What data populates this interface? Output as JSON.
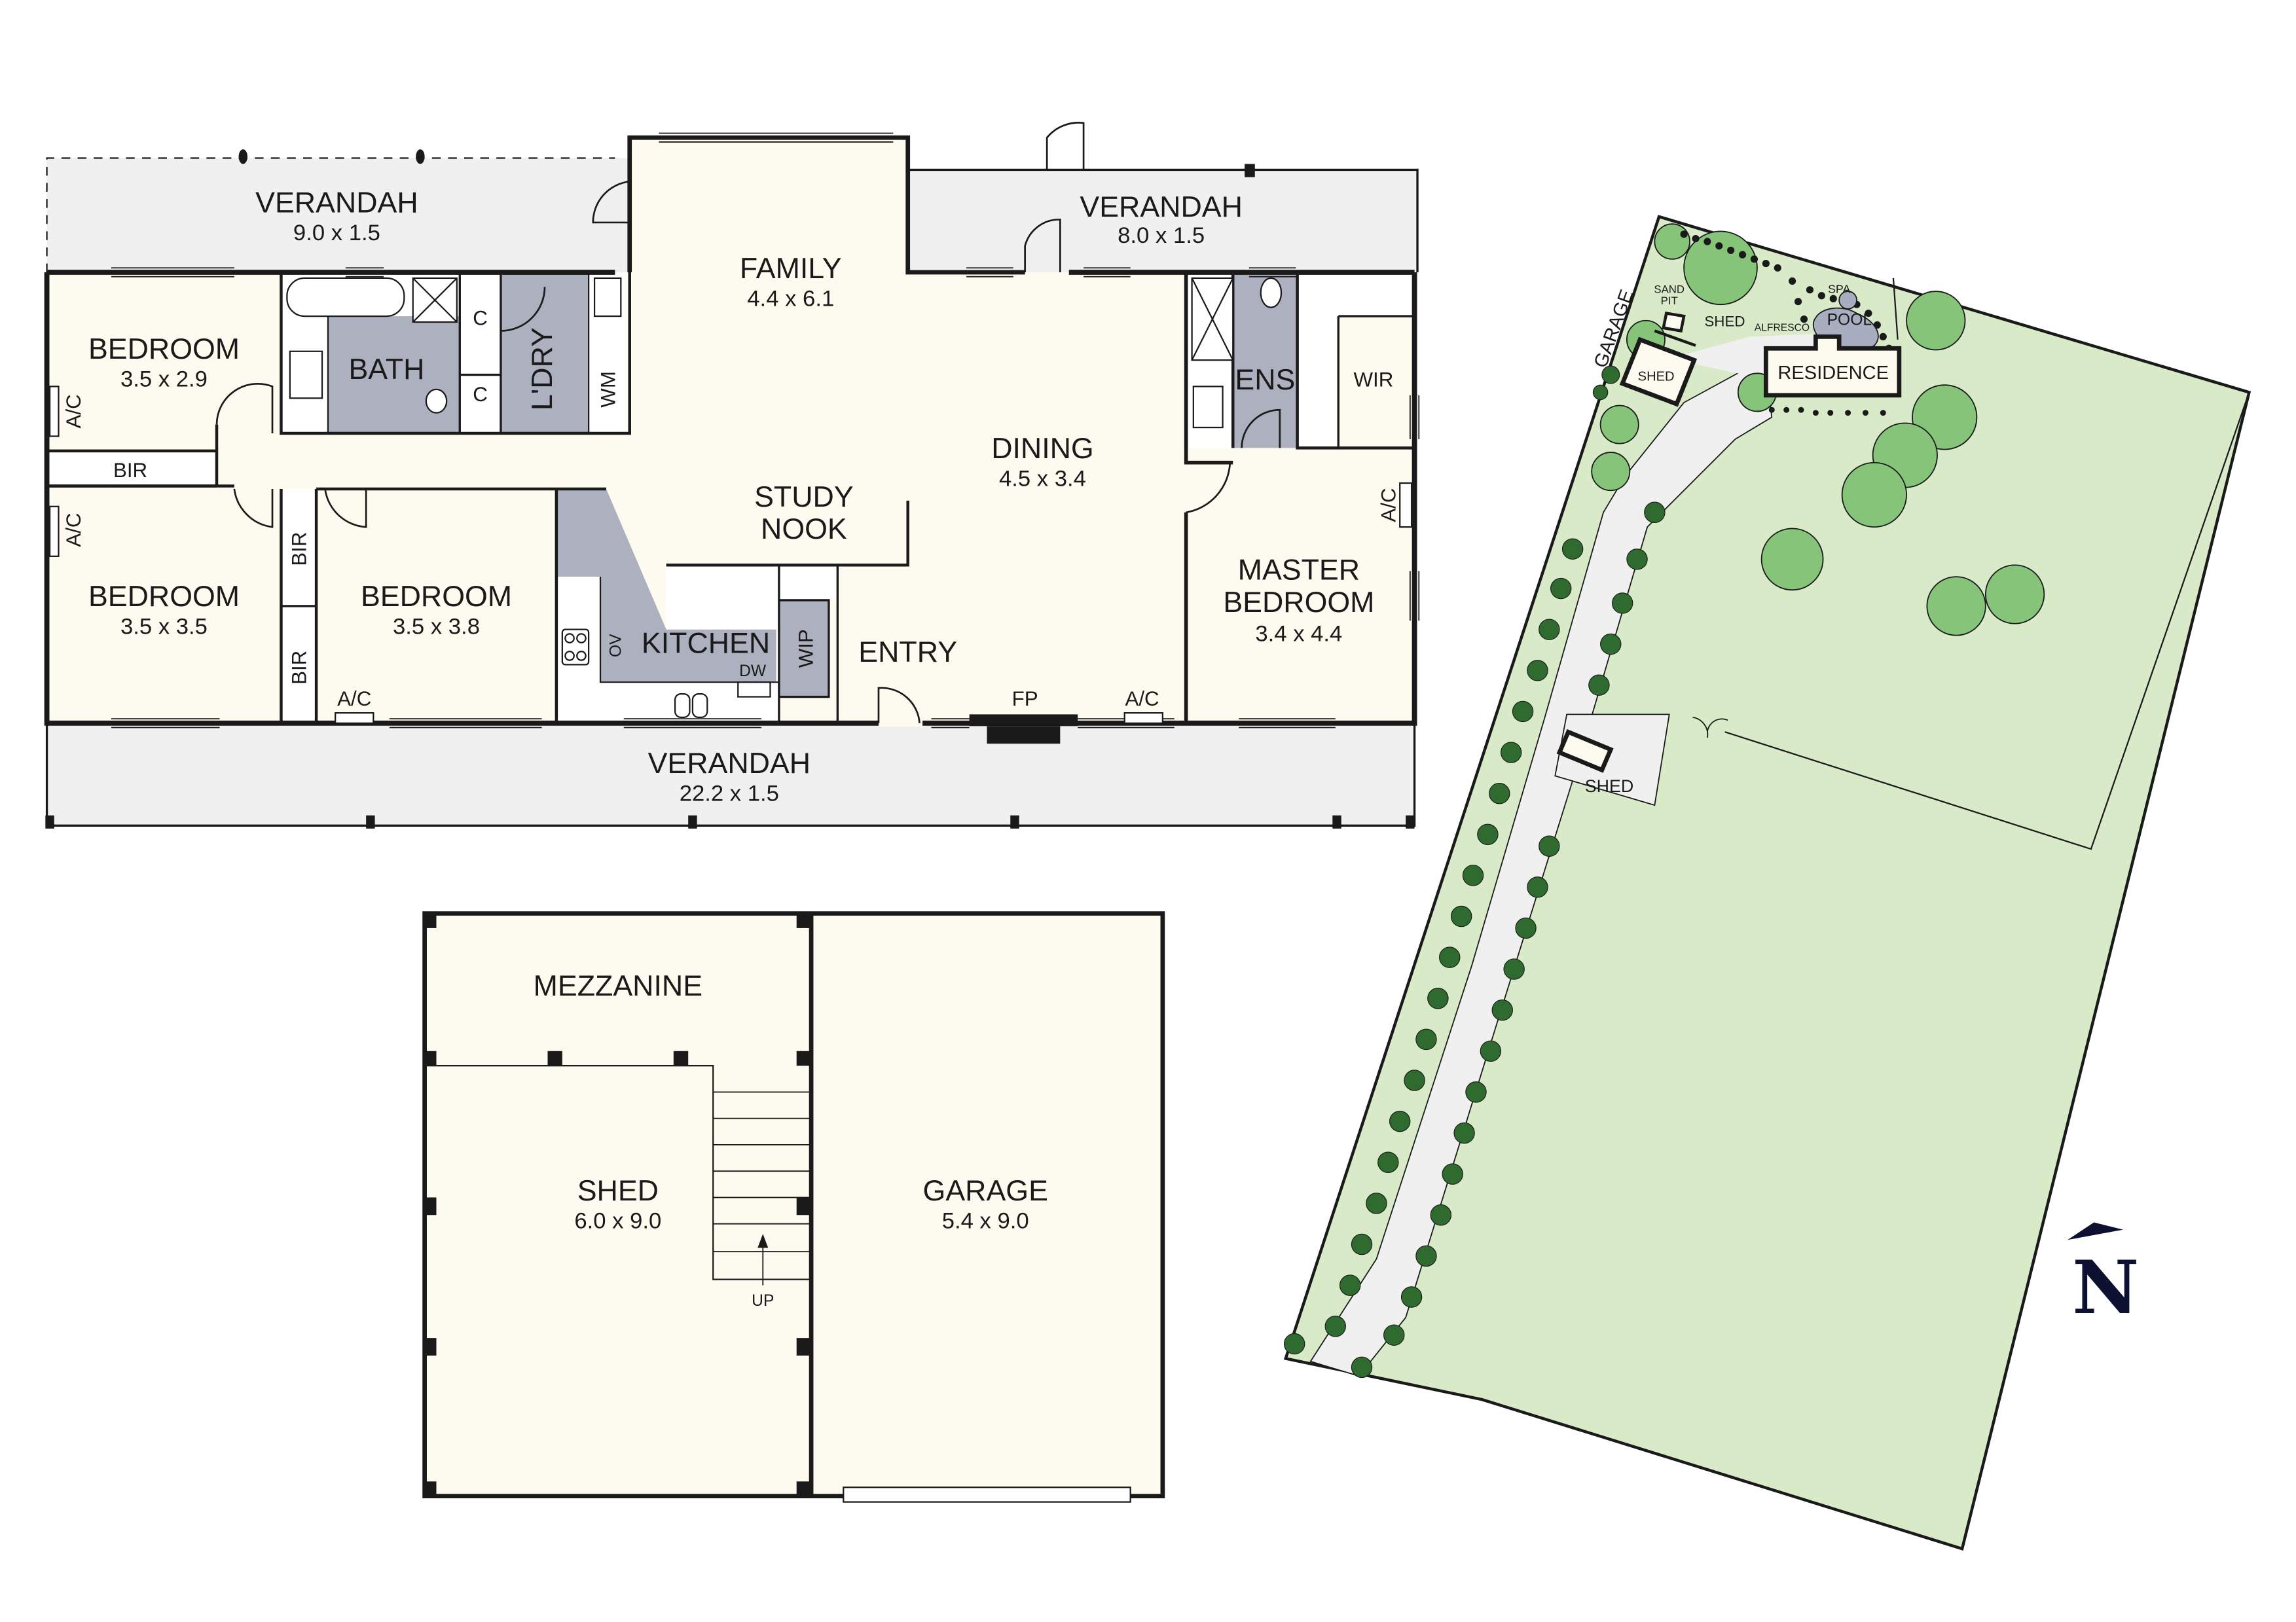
{
  "colors": {
    "room_fill": "#fdfaef",
    "wet_area_fill": "#acb0bf",
    "verandah_fill": "#f0f0f0",
    "wall": "#1a1a1a",
    "lawn_fill": "#d9eac9",
    "tree_fill": "#86c47a",
    "hedge_fill": "#2f6a2f",
    "driveway_fill": "#f0f0f0",
    "pool_fill": "#a9adc0",
    "north_arrow": "#0d1030"
  },
  "house_plan": {
    "verandah_nw": {
      "label": "VERANDAH",
      "dim": "9.0 x 1.5"
    },
    "verandah_ne": {
      "label": "VERANDAH",
      "dim": "8.0 x 1.5"
    },
    "verandah_s": {
      "label": "VERANDAH",
      "dim": "22.2 x 1.5"
    },
    "family": {
      "label": "FAMILY",
      "dim": "4.4 x 6.1"
    },
    "bedroom_1": {
      "label": "BEDROOM",
      "dim": "3.5 x 2.9"
    },
    "bedroom_2": {
      "label": "BEDROOM",
      "dim": "3.5 x 3.5"
    },
    "bedroom_3": {
      "label": "BEDROOM",
      "dim": "3.5 x 3.8"
    },
    "master_bedroom": {
      "label_line1": "MASTER",
      "label_line2": "BEDROOM",
      "dim": "3.4 x 4.4"
    },
    "dining": {
      "label": "DINING",
      "dim": "4.5 x 3.4"
    },
    "study_nook": {
      "label_line1": "STUDY",
      "label_line2": "NOOK"
    },
    "bath": {
      "label": "BATH"
    },
    "laundry": {
      "label": "L'DRY"
    },
    "wm": {
      "label": "WM"
    },
    "cupboard_1": {
      "label": "C"
    },
    "cupboard_2": {
      "label": "C"
    },
    "ensuite": {
      "label": "ENS"
    },
    "wir": {
      "label": "WIR"
    },
    "kitchen": {
      "label": "KITCHEN"
    },
    "wip": {
      "label": "WIP"
    },
    "oven": {
      "label": "OV"
    },
    "dishwasher": {
      "label": "DW"
    },
    "entry": {
      "label": "ENTRY"
    },
    "fireplace": {
      "label": "FP"
    },
    "bir_1": {
      "label": "BIR"
    },
    "bir_2": {
      "label": "BIR"
    },
    "bir_3": {
      "label": "BIR"
    },
    "ac_labels": [
      "A/C",
      "A/C",
      "A/C",
      "A/C",
      "A/C"
    ]
  },
  "outbuilding_plan": {
    "mezzanine": {
      "label": "MEZZANINE"
    },
    "shed": {
      "label": "SHED",
      "dim": "6.0 x 9.0"
    },
    "garage": {
      "label": "GARAGE",
      "dim": "5.4 x 9.0"
    },
    "stairs": {
      "label": "UP"
    }
  },
  "site_plan": {
    "garage_label": "GARAGE",
    "shed_main_label": "SHED",
    "shed_small_label": "SHED",
    "shed_lower_label": "SHED",
    "sand_pit_line1": "SAND",
    "sand_pit_line2": "PIT",
    "alfresco_label": "ALFRESCO",
    "spa_label": "SPA",
    "pool_label": "POOL",
    "residence_label": "RESIDENCE"
  },
  "north_arrow": {
    "label": "N"
  }
}
